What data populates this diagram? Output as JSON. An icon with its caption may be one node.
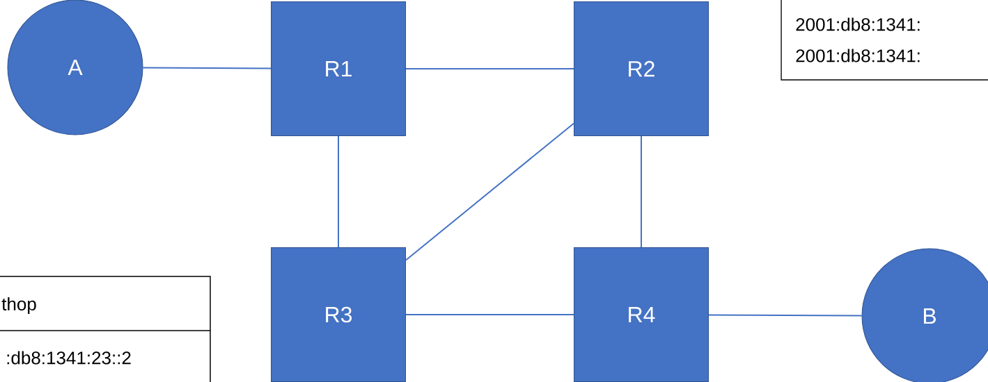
{
  "diagram": {
    "nodes": [
      {
        "text": [
          "A"
        ]
      },
      {
        "text": [
          "R1"
        ]
      },
      {
        "text": [
          "R2"
        ]
      },
      {
        "text": [
          "R3"
        ]
      },
      {
        "text": [
          "R4"
        ]
      },
      {
        "text": [
          "B"
        ]
      }
    ],
    "edges": [
      {
        "from": 0,
        "to": 1,
        "arrow": "none"
      },
      {
        "from": 1,
        "to": 2,
        "arrow": "none"
      },
      {
        "from": 1,
        "to": 3,
        "arrow": "none"
      },
      {
        "from": 2,
        "to": 3,
        "arrow": "none"
      },
      {
        "from": 2,
        "to": 4,
        "arrow": "none"
      },
      {
        "from": 3,
        "to": 4,
        "arrow": "none"
      },
      {
        "from": 4,
        "to": 5,
        "arrow": "none"
      }
    ],
    "labels": [
      "2001:db8:1341:",
      "2001:db8:1341:",
      "thop",
      ":db8:1341:23::2"
    ]
  }
}
